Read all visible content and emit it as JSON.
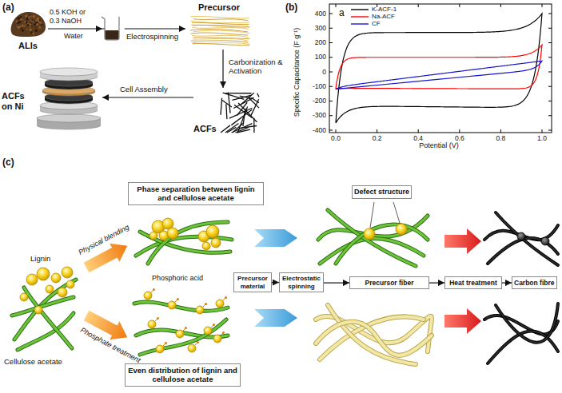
{
  "diagram": {
    "nodes": [
      {
        "text": [
          "ALls"
        ]
      },
      {
        "text": [
          "Precursor"
        ]
      },
      {
        "text": [
          "ACFs"
        ]
      },
      {
        "text": [
          "ACFs on Ni"
        ]
      },
      {
        "text": [
          "Phase separation between lignin and cellulose acetate"
        ]
      },
      {
        "text": [
          "Defect structure"
        ]
      },
      {
        "text": [
          "Precursor material"
        ]
      },
      {
        "text": [
          "Electrostatic spinning"
        ]
      },
      {
        "text": [
          "Precursor fiber"
        ]
      },
      {
        "text": [
          "Heat treatment"
        ]
      },
      {
        "text": [
          "Carbon fibre"
        ]
      },
      {
        "text": [
          "Even distribution of lignin and cellulose acetate"
        ]
      }
    ],
    "edges": [
      {
        "from": 0,
        "to": 1,
        "arrow": "to",
        "label": "Electrospinning"
      },
      {
        "from": 1,
        "to": 2,
        "arrow": "to",
        "label": "Carbonization & Activation"
      },
      {
        "from": 2,
        "to": 3,
        "arrow": "to",
        "label": "Cell Assembly"
      },
      {
        "from": 6,
        "to": 7,
        "arrow": "to"
      },
      {
        "from": 7,
        "to": 8,
        "arrow": "to"
      },
      {
        "from": 8,
        "to": 9,
        "arrow": "to"
      },
      {
        "from": 9,
        "to": 10,
        "arrow": "to"
      }
    ],
    "labels": [
      "(a)",
      "0.5 KOH or 0.3 NaOH",
      "Water",
      "(b)",
      "a",
      "Specific Capacitance (F g⁻¹)",
      "Potential (V)",
      "400",
      "300",
      "200",
      "100",
      "0",
      "-100",
      "-200",
      "-300",
      "-400",
      "0.0",
      "0.2",
      "0.4",
      "0.6",
      "0.8",
      "1.0",
      "(c)",
      "Lignin",
      "Cellulose acetate",
      "Physical blending",
      "Phosphate treatment",
      "Phosphoric acid"
    ],
    "legend": [
      {
        "text": "K-ACF-1"
      },
      {
        "text": "Na-ACF"
      },
      {
        "text": "CF"
      }
    ]
  }
}
